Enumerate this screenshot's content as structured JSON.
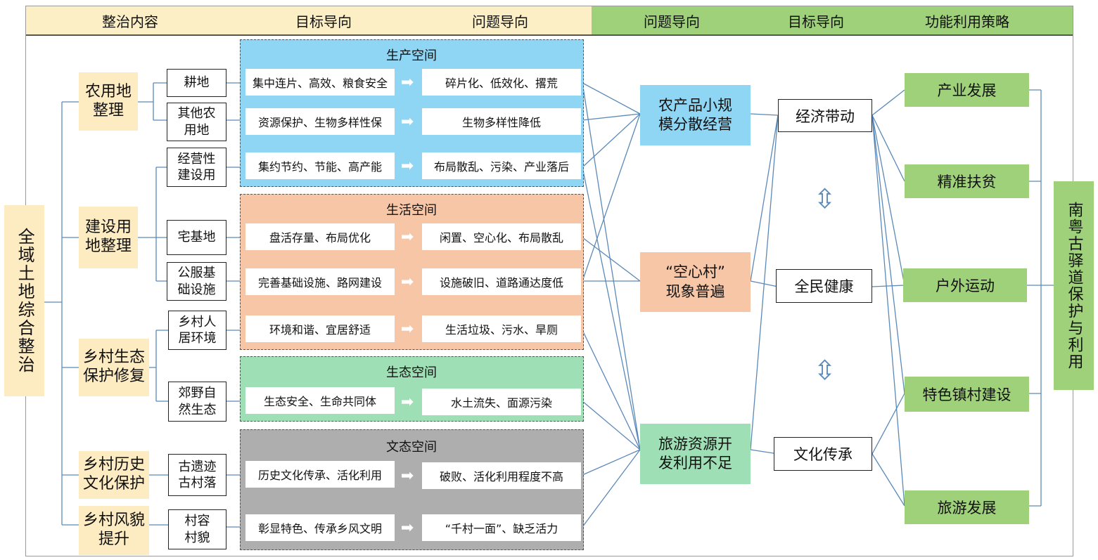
{
  "header": {
    "col1": "整治内容",
    "col2": "目标导向",
    "col3": "问题导向",
    "col4": "问题导向",
    "col5": "目标导向",
    "col6": "功能利用策略"
  },
  "root": "全域土地综合整治",
  "categories": [
    {
      "label": "农用地\n整理",
      "items": [
        "耕地",
        "其他农\n用地"
      ]
    },
    {
      "label": "建设用\n地整理",
      "items": [
        "经营性\n建设用",
        "宅基地",
        "公服基\n础设施"
      ]
    },
    {
      "label": "乡村生态\n保护修复",
      "items": [
        "乡村人\n居环境",
        "郊野自\n然生态"
      ]
    },
    {
      "label": "乡村历史\n文化保护",
      "items": [
        "古遗迹\n古村落"
      ]
    },
    {
      "label": "乡村风貌\n提升",
      "items": [
        "村容\n村貌"
      ]
    }
  ],
  "panels": [
    {
      "title": "生产空间",
      "color": "#8fd6f4",
      "rows": [
        [
          "集中连片、高效、粮食安全",
          "碎片化、低效化、撂荒"
        ],
        [
          "资源保护、生物多样性保",
          "生物多样性降低"
        ],
        [
          "集约节约、节能、高产能",
          "布局散乱、污染、产业落后"
        ]
      ]
    },
    {
      "title": "生活空间",
      "color": "#f7c6a6",
      "rows": [
        [
          "盘活存量、布局优化",
          "闲置、空心化、布局散乱"
        ],
        [
          "完善基础设施、路网建设",
          "设施破旧、道路通达度低"
        ],
        [
          "环境和谐、宜居舒适",
          "生活垃圾、污水、旱厕"
        ]
      ]
    },
    {
      "title": "生态空间",
      "color": "#9fdfb5",
      "rows": [
        [
          "生态安全、生命共同体",
          "水土流失、面源污染"
        ]
      ]
    },
    {
      "title": "文态空间",
      "color": "#aeaeae",
      "rows": [
        [
          "历史文化传承、活化利用",
          "破败、活化利用程度不高"
        ],
        [
          "彰显特色、传承乡风文明",
          "“千村一面”、缺乏活力"
        ]
      ]
    }
  ],
  "arrow_glyph": "➡",
  "double_arrow_glyph": "⇳",
  "problems": [
    {
      "label": "农产品小规\n模分散经营",
      "color": "#8fd6f4"
    },
    {
      "label": "“空心村”\n现象普遍",
      "color": "#f7c6a6"
    },
    {
      "label": "旅游资源开\n发利用不足",
      "color": "#9fdfb5"
    }
  ],
  "goals": [
    "经济带动",
    "全民健康",
    "文化传承"
  ],
  "strategies": [
    "产业发展",
    "精准扶贫",
    "户外运动",
    "特色镇村建设",
    "旅游发展"
  ],
  "final": "南粤古驿道保护与利用",
  "colors": {
    "line": "#5b89b8",
    "header_left": "#fcefc6",
    "header_right": "#9fd07a",
    "cream": "#fdebc2"
  }
}
